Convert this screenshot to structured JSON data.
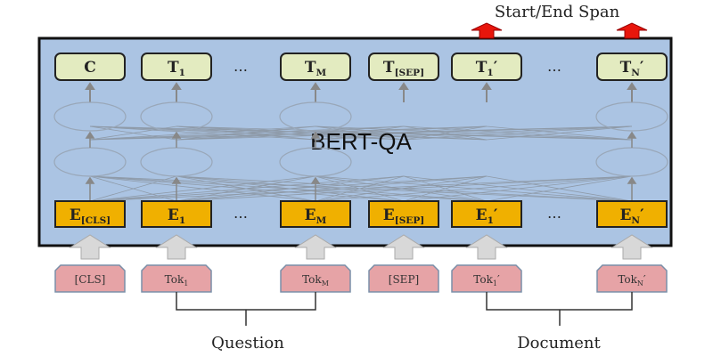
{
  "title": "Start/End Span",
  "model_label": "BERT-QA",
  "ellipsis": "…",
  "columns": [
    {
      "top": {
        "main": "C",
        "sub": "",
        "prime": ""
      },
      "embed": {
        "main": "E",
        "sub": "[CLS]",
        "prime": ""
      },
      "token": {
        "main": "[CLS]",
        "sub": "",
        "prime": ""
      },
      "output_arrow": false
    },
    {
      "top": {
        "main": "T",
        "sub": "1",
        "prime": ""
      },
      "embed": {
        "main": "E",
        "sub": "1",
        "prime": ""
      },
      "token": {
        "main": "Tok",
        "sub": "1",
        "prime": ""
      },
      "output_arrow": false
    },
    {
      "top": {
        "main": "T",
        "sub": "M",
        "prime": ""
      },
      "embed": {
        "main": "E",
        "sub": "M",
        "prime": ""
      },
      "token": {
        "main": "Tok",
        "sub": "M",
        "prime": ""
      },
      "output_arrow": false
    },
    {
      "top": {
        "main": "T",
        "sub": "[SEP]",
        "prime": ""
      },
      "embed": {
        "main": "E",
        "sub": "[SEP]",
        "prime": ""
      },
      "token": {
        "main": "[SEP]",
        "sub": "",
        "prime": ""
      },
      "output_arrow": false
    },
    {
      "top": {
        "main": "T",
        "sub": "1",
        "prime": "′"
      },
      "embed": {
        "main": "E",
        "sub": "1",
        "prime": "′"
      },
      "token": {
        "main": "Tok",
        "sub": "1",
        "prime": "′"
      },
      "output_arrow": true
    },
    {
      "top": {
        "main": "T",
        "sub": "N",
        "prime": "′"
      },
      "embed": {
        "main": "E",
        "sub": "N",
        "prime": "′"
      },
      "token": {
        "main": "Tok",
        "sub": "N",
        "prime": "′"
      },
      "output_arrow": true
    }
  ],
  "groups": [
    {
      "label": "Question"
    },
    {
      "label": "Document"
    }
  ],
  "colors": {
    "panel": "#abc4e3",
    "top_box": "#e3ebc0",
    "embed_box": "#f0b000",
    "token_box": "#e6a3a6",
    "output_arrow": "#e8160c",
    "input_arrow": "#d8d8d8"
  }
}
